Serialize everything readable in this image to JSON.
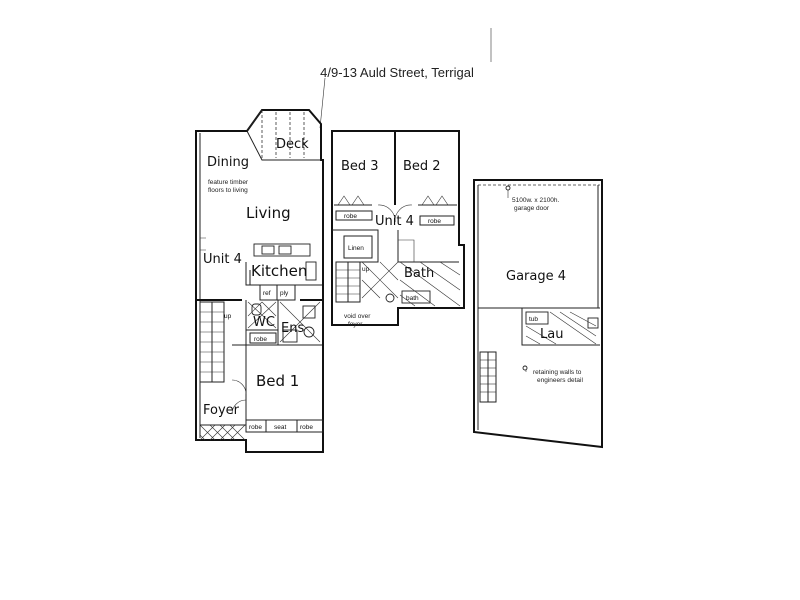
{
  "title": "4/9-13 Auld Street, Terrigal",
  "ground_floor": {
    "deck": "Deck",
    "dining": "Dining",
    "feature_note_line1": "feature timber",
    "feature_note_line2": "floors to living",
    "living": "Living",
    "unit": "Unit 4",
    "kitchen": "Kitchen",
    "ref": "ref",
    "ply": "ply",
    "up": "up",
    "wc": "WC",
    "ens": "Ens",
    "robe": "robe",
    "bed1": "Bed 1",
    "foyer": "Foyer",
    "robe_left": "robe",
    "seat": "seat",
    "robe_right": "robe"
  },
  "upper_floor": {
    "bed3": "Bed 3",
    "bed2": "Bed 2",
    "robe_left": "robe",
    "robe_right": "robe",
    "unit": "Unit 4",
    "linen": "Linen",
    "bath": "Bath",
    "up": "up",
    "bath_tag": "bath",
    "void_line1": "void over",
    "void_line2": "foyer"
  },
  "garage_floor": {
    "door_note_line1": "5100w. x 2100h.",
    "door_note_line2": "garage door",
    "garage": "Garage 4",
    "tub": "tub",
    "lau": "Lau",
    "walls_note_line1": "retaining walls to",
    "walls_note_line2": "engineers detail"
  }
}
